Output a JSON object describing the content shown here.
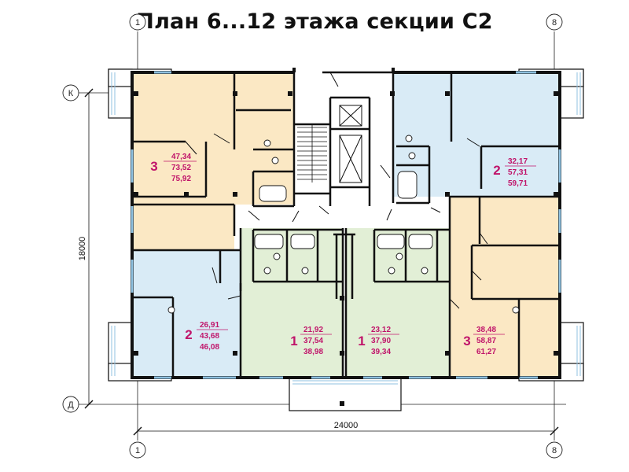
{
  "title": "План 6...12 этажа секции С2",
  "axes": {
    "left_top": "1",
    "right_top": "8",
    "left_bottom": "1",
    "right_bottom": "8",
    "row_top": "К",
    "row_bottom": "Д"
  },
  "dimensions": {
    "width": "24000",
    "height": "18000"
  },
  "colors": {
    "yellow": "#fbe8c4",
    "blue": "#d9ebf6",
    "green": "#e2efd6",
    "wall": "#111111",
    "window": "#8fc1e0",
    "accent": "#c0146a"
  },
  "apartments": [
    {
      "rooms": "3",
      "living": "47,34",
      "total": "73,52",
      "sum": "75,92",
      "color": "yellow"
    },
    {
      "rooms": "2",
      "living": "32,17",
      "total": "57,31",
      "sum": "59,71",
      "color": "blue"
    },
    {
      "rooms": "2",
      "living": "26,91",
      "total": "43,68",
      "sum": "46,08",
      "color": "blue"
    },
    {
      "rooms": "1",
      "living": "21,92",
      "total": "37,54",
      "sum": "38,98",
      "color": "green"
    },
    {
      "rooms": "1",
      "living": "23,12",
      "total": "37,90",
      "sum": "39,34",
      "color": "green"
    },
    {
      "rooms": "3",
      "living": "38,48",
      "total": "58,87",
      "sum": "61,27",
      "color": "yellow"
    }
  ]
}
